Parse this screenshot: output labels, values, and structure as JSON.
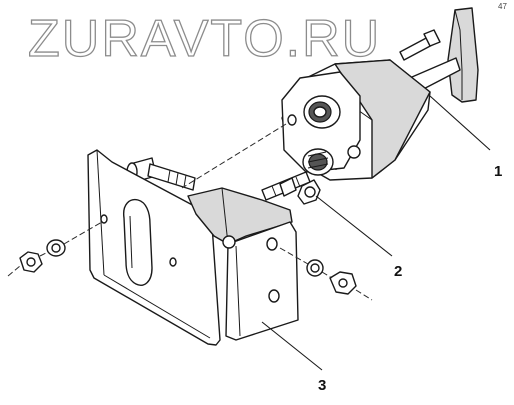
{
  "watermark": "ZURAVTO.RU",
  "corner_mark": "47",
  "callouts": [
    {
      "label": "1"
    },
    {
      "label": "2"
    },
    {
      "label": "3"
    }
  ]
}
